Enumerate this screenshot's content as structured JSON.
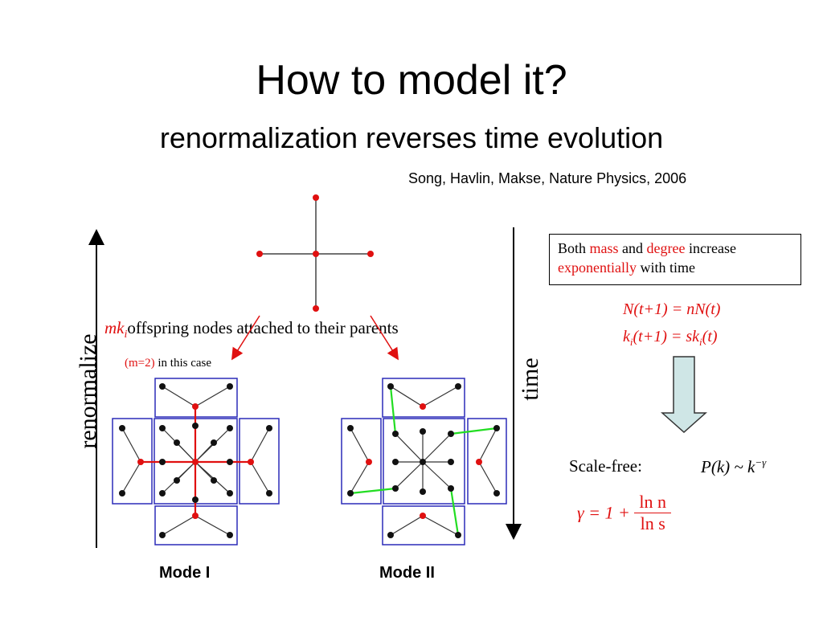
{
  "title": "How to model it?",
  "subtitle": "renormalization reverses time evolution",
  "citation": "Song, Havlin, Makse, Nature Physics, 2006",
  "left_axis_label": "renormalize",
  "right_axis_label": "time",
  "infobox": {
    "both": "Both",
    "mass": "mass",
    "and": "and",
    "degree": "degree",
    "increase": "increase",
    "exponentially": "exponentially",
    "with_time": "with time"
  },
  "offspring": {
    "mk": "mk",
    "sub": "i",
    "text": "offspring nodes attached to their parents"
  },
  "m_note": {
    "value": "(m=2)",
    "text": "in this case"
  },
  "equations": {
    "mass_lhs": "N(t+1) = nN(t)",
    "degree_lhs_k": "k",
    "degree_sub": "i",
    "degree_rest1": "(t+1) = sk",
    "degree_sub2": "i",
    "degree_rest2": "(t)"
  },
  "scale_free_label": "Scale-free:",
  "power_law": {
    "lhs": "P(k) ~ k",
    "exp": "−γ"
  },
  "gamma_formula": {
    "lhs": "γ = 1 +",
    "num": "ln n",
    "den": "ln s"
  },
  "mode_labels": [
    "Mode I",
    "Mode II"
  ],
  "colors": {
    "red_node": "#e01010",
    "black_node": "#111111",
    "box_border": "#2b2bb8",
    "green_link": "#22dd22",
    "arrow_fill": "#cfe6e6"
  }
}
